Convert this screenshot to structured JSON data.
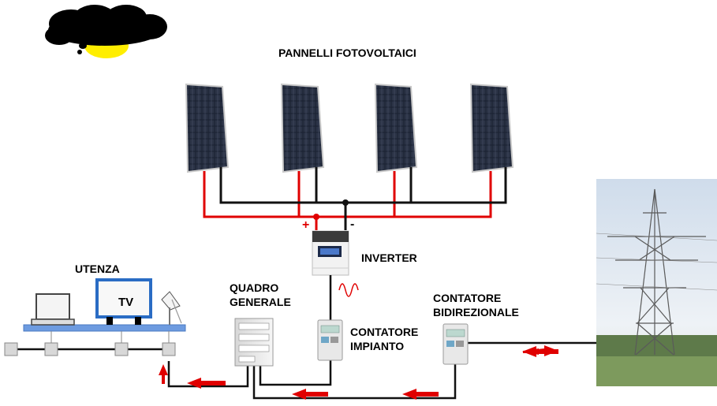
{
  "labels": {
    "pannelli": "PANNELLI FOTOVOLTAICI",
    "utenza": "UTENZA",
    "inverter": "INVERTER",
    "quadro": "QUADRO\nGENERALE",
    "contatore_impianto": "CONTATORE\nIMPIANTO",
    "contatore_bidirezionale": "CONTATORE\nBIDIREZIONALE",
    "tv": "TV",
    "plus": "+",
    "minus": "-"
  },
  "colors": {
    "positive_wire": "#e00000",
    "negative_wire": "#111111",
    "arrow": "#e00000",
    "cloud": "#000000",
    "sun": "#ffee00",
    "shelf": "#6d9be0",
    "tv_frame": "#2a6cc4"
  }
}
